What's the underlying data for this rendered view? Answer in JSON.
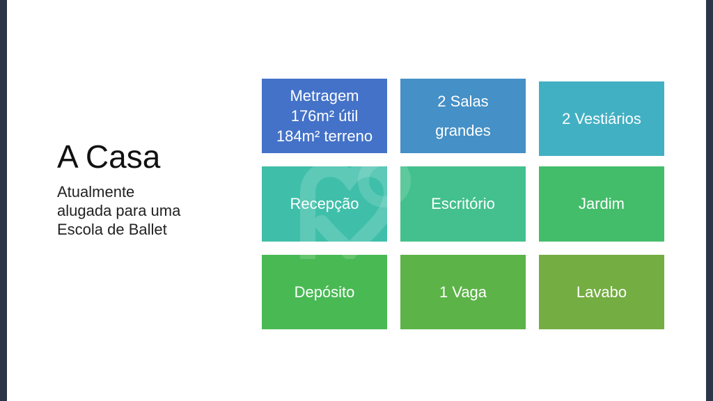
{
  "slide": {
    "title": "A Casa",
    "subtitle_lines": [
      "Atualmente",
      "alugada para uma",
      "Escola de Ballet"
    ]
  },
  "tiles": [
    {
      "lines": [
        "Metragem",
        "176m² útil",
        "184m² terreno"
      ],
      "color": "#4472c8"
    },
    {
      "lines": [
        "2 Salas",
        "grandes"
      ],
      "color": "#4590c6"
    },
    {
      "lines": [
        "2 Vestiários"
      ],
      "color": "#42b0c3"
    },
    {
      "lines": [
        "Recepção"
      ],
      "color": "#3fbfa9"
    },
    {
      "lines": [
        "Escritório"
      ],
      "color": "#43c08d"
    },
    {
      "lines": [
        "Jardim"
      ],
      "color": "#44bd6b"
    },
    {
      "lines": [
        "Depósito"
      ],
      "color": "#49b954"
    },
    {
      "lines": [
        "1 Vaga"
      ],
      "color": "#5cb348"
    },
    {
      "lines": [
        "Lavabo"
      ],
      "color": "#74ad42"
    }
  ],
  "colors": {
    "frame": "#2b3448",
    "slide_background": "#ffffff"
  }
}
